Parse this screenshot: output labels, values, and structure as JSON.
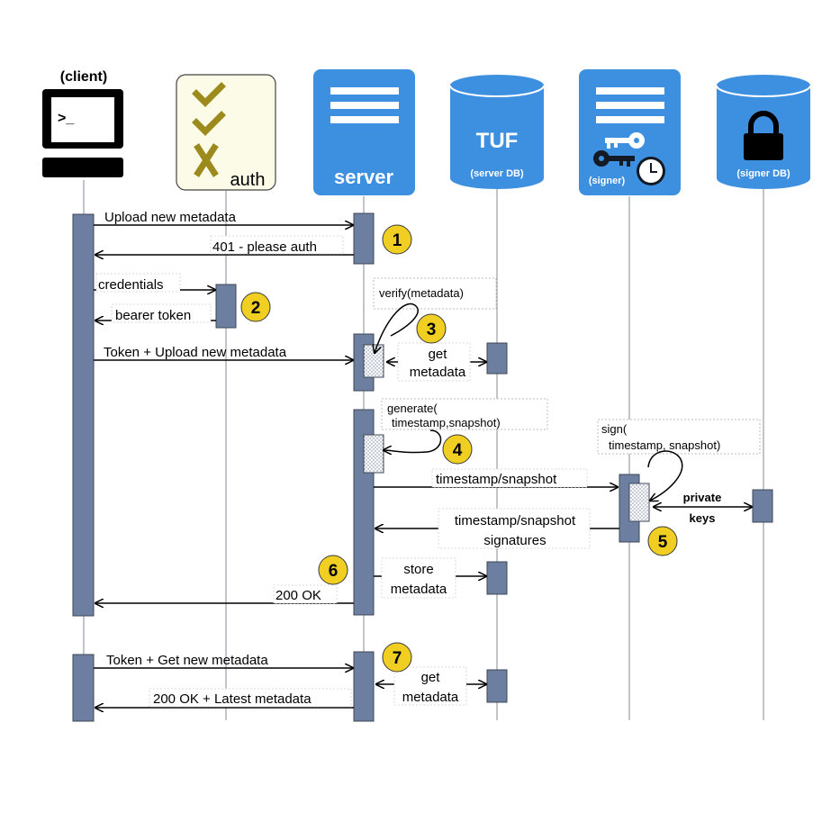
{
  "actors": {
    "client": {
      "label": "(client)",
      "icon": "terminal-icon"
    },
    "auth": {
      "label": "auth",
      "icon": "check-check-x-icon"
    },
    "server": {
      "label": "server",
      "icon": "server-stack-icon"
    },
    "tuf": {
      "label": "TUF",
      "sublabel": "(server DB)",
      "icon": "database-icon"
    },
    "signer": {
      "label": "(signer)",
      "icon": "key-clock-icon"
    },
    "signer_db": {
      "label": "(signer DB)",
      "icon": "lock-icon"
    }
  },
  "messages": {
    "m1": "Upload new metadata",
    "m2": "401 - please auth",
    "m3": "credentials",
    "m4": "bearer token",
    "m5": "Token + Upload new metadata",
    "verify": "verify(metadata)",
    "get_a": "get",
    "get_b": "metadata",
    "generate_a": "generate(",
    "generate_b": "timestamp,snapshot)",
    "sign_a": "sign(",
    "sign_b": "timestamp, snapshot)",
    "ts_snap": "timestamp/snapshot",
    "ts_snap_ret": "timestamp/snapshot",
    "signatures": "signatures",
    "private_a": "private",
    "private_b": "keys",
    "store_a": "store",
    "store_b": "metadata",
    "ok": "200 OK",
    "m7": "Token + Get new metadata",
    "get2_a": "get",
    "get2_b": "metadata",
    "latest": "200 OK + Latest metadata"
  },
  "steps": [
    "1",
    "2",
    "3",
    "4",
    "5",
    "6",
    "7"
  ],
  "colors": {
    "blue": "#3d8fe0",
    "bar": "#6d7fa0",
    "badge": "#f1cf22",
    "olive": "#9c8a1d",
    "auth_bg": "#fbfbe8"
  }
}
